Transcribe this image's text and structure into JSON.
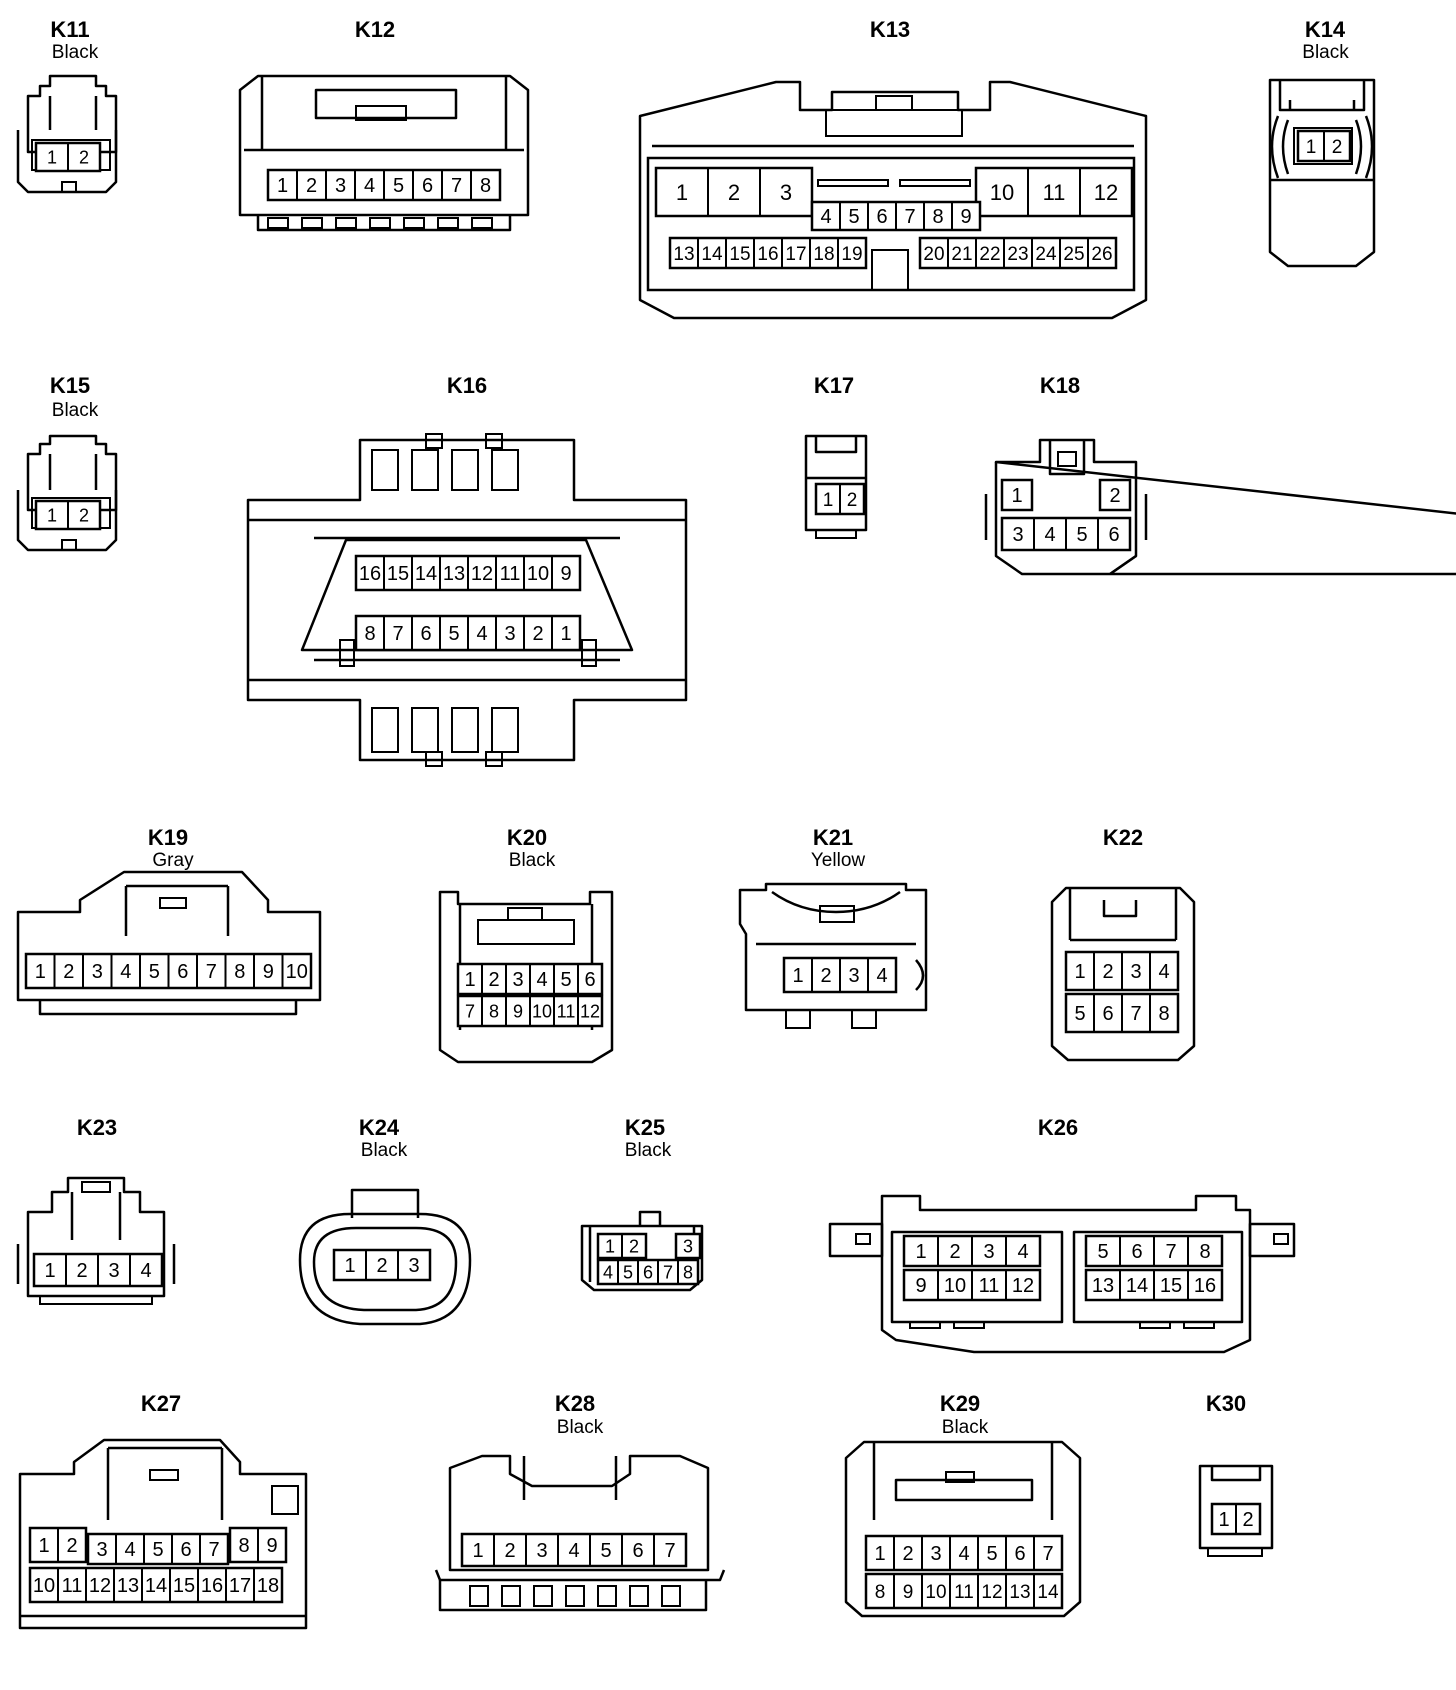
{
  "connectors": [
    {
      "id": "K11",
      "label": "K11",
      "color": "Black",
      "rows": [
        [
          "1",
          "2"
        ]
      ]
    },
    {
      "id": "K12",
      "label": "K12",
      "color": "",
      "rows": [
        [
          "1",
          "2",
          "3",
          "4",
          "5",
          "6",
          "7",
          "8"
        ]
      ]
    },
    {
      "id": "K13",
      "label": "K13",
      "color": "",
      "rows": [
        [
          "1",
          "2",
          "3"
        ],
        [
          "4",
          "5",
          "6",
          "7",
          "8",
          "9"
        ],
        [
          "10",
          "11",
          "12"
        ],
        [
          "13",
          "14",
          "15",
          "16",
          "17",
          "18",
          "19"
        ],
        [
          "20",
          "21",
          "22",
          "23",
          "24",
          "25",
          "26"
        ]
      ]
    },
    {
      "id": "K14",
      "label": "K14",
      "color": "Black",
      "rows": [
        [
          "1",
          "2"
        ]
      ]
    },
    {
      "id": "K15",
      "label": "K15",
      "color": "Black",
      "rows": [
        [
          "1",
          "2"
        ]
      ]
    },
    {
      "id": "K16",
      "label": "K16",
      "color": "",
      "rows": [
        [
          "16",
          "15",
          "14",
          "13",
          "12",
          "11",
          "10",
          "9"
        ],
        [
          "8",
          "7",
          "6",
          "5",
          "4",
          "3",
          "2",
          "1"
        ]
      ]
    },
    {
      "id": "K17",
      "label": "K17",
      "color": "",
      "rows": [
        [
          "1",
          "2"
        ]
      ]
    },
    {
      "id": "K18",
      "label": "K18",
      "color": "",
      "rows": [
        [
          "1",
          "2"
        ],
        [
          "3",
          "4",
          "5",
          "6"
        ]
      ]
    },
    {
      "id": "K19",
      "label": "K19",
      "color": "Gray",
      "rows": [
        [
          "1",
          "2",
          "3",
          "4",
          "5",
          "6",
          "7",
          "8",
          "9",
          "10"
        ]
      ]
    },
    {
      "id": "K20",
      "label": "K20",
      "color": "Black",
      "rows": [
        [
          "1",
          "2",
          "3",
          "4",
          "5",
          "6"
        ],
        [
          "7",
          "8",
          "9",
          "10",
          "11",
          "12"
        ]
      ]
    },
    {
      "id": "K21",
      "label": "K21",
      "color": "Yellow",
      "rows": [
        [
          "1",
          "2",
          "3",
          "4"
        ]
      ]
    },
    {
      "id": "K22",
      "label": "K22",
      "color": "",
      "rows": [
        [
          "1",
          "2",
          "3",
          "4"
        ],
        [
          "5",
          "6",
          "7",
          "8"
        ]
      ]
    },
    {
      "id": "K23",
      "label": "K23",
      "color": "",
      "rows": [
        [
          "1",
          "2",
          "3",
          "4"
        ]
      ]
    },
    {
      "id": "K24",
      "label": "K24",
      "color": "Black",
      "rows": [
        [
          "1",
          "2",
          "3"
        ]
      ]
    },
    {
      "id": "K25",
      "label": "K25",
      "color": "Black",
      "rows": [
        [
          "1",
          "2",
          "3"
        ],
        [
          "4",
          "5",
          "6",
          "7",
          "8"
        ]
      ]
    },
    {
      "id": "K26",
      "label": "K26",
      "color": "",
      "rows": [
        [
          "1",
          "2",
          "3",
          "4"
        ],
        [
          "9",
          "10",
          "11",
          "12"
        ],
        [
          "5",
          "6",
          "7",
          "8"
        ],
        [
          "13",
          "14",
          "15",
          "16"
        ]
      ]
    },
    {
      "id": "K27",
      "label": "K27",
      "color": "",
      "rows": [
        [
          "1",
          "2",
          "3",
          "4",
          "5",
          "6",
          "7",
          "8",
          "9"
        ],
        [
          "10",
          "11",
          "12",
          "13",
          "14",
          "15",
          "16",
          "17",
          "18"
        ]
      ]
    },
    {
      "id": "K28",
      "label": "K28",
      "color": "Black",
      "rows": [
        [
          "1",
          "2",
          "3",
          "4",
          "5",
          "6",
          "7"
        ]
      ]
    },
    {
      "id": "K29",
      "label": "K29",
      "color": "Black",
      "rows": [
        [
          "1",
          "2",
          "3",
          "4",
          "5",
          "6",
          "7"
        ],
        [
          "8",
          "9",
          "10",
          "11",
          "12",
          "13",
          "14"
        ]
      ]
    },
    {
      "id": "K30",
      "label": "K30",
      "color": "",
      "rows": [
        [
          "1",
          "2"
        ]
      ]
    }
  ]
}
